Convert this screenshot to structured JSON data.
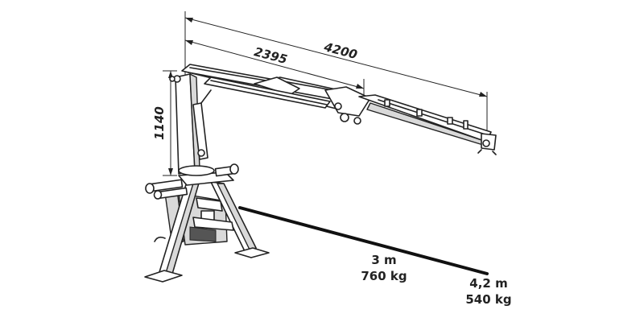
{
  "dimensions": {
    "total_reach": "4200",
    "inner_boom": "2395",
    "height": "1140"
  },
  "load_points": [
    {
      "distance": "3 m",
      "load": "760 kg"
    },
    {
      "distance": "4,2 m",
      "load": "540 kg"
    }
  ],
  "colors": {
    "line": "#222222",
    "background": "#ffffff"
  }
}
